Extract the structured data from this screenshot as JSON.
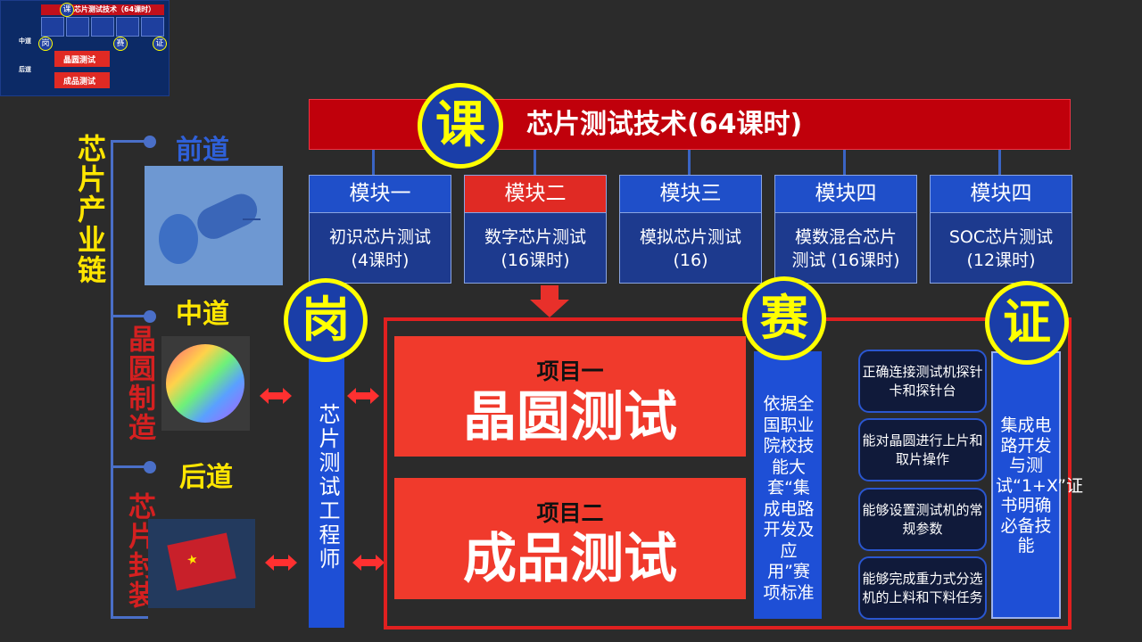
{
  "thumbnail": {
    "circles": [
      "课",
      "岗",
      "赛",
      "证"
    ],
    "title": "芯片测试技术（64课时）",
    "items": [
      "晶圆测试",
      "成品测试"
    ],
    "stages": [
      "中道",
      "后道"
    ]
  },
  "course": {
    "badge": "课",
    "title": "芯片测试技术(64课时)"
  },
  "modules": [
    {
      "head": "模块一",
      "body1": "初识芯片测试",
      "body2": "(4课时)",
      "active": false
    },
    {
      "head": "模块二",
      "body1": "数字芯片测试",
      "body2": "(16课时)",
      "active": true
    },
    {
      "head": "模块三",
      "body1": "模拟芯片测试",
      "body2": "(16)",
      "active": false
    },
    {
      "head": "模块四",
      "body1": "模数混合芯片",
      "body2": "测试 (16课时)",
      "active": false
    },
    {
      "head": "模块四",
      "body1": "SOC芯片测试",
      "body2": "(12课时)",
      "active": false
    }
  ],
  "chain": {
    "title": "芯片产业链",
    "stage_front": "前道",
    "stage_mid": "中道",
    "stage_back": "后道",
    "label_wafer": "晶圆制造",
    "label_package": "芯片封装"
  },
  "post": {
    "badge": "岗",
    "text": "芯片测试工程师"
  },
  "projects": [
    {
      "name": "项目一",
      "title": "晶圆测试"
    },
    {
      "name": "项目二",
      "title": "成品测试"
    }
  ],
  "contest": {
    "badge": "赛",
    "text": "依据全国职业院校技能大套“集成电路开发及应用”赛项标准"
  },
  "skills": [
    "正确连接测试机探针卡和探针台",
    "能对晶圆进行上片和取片操作",
    "能够设置测试机的常规参数",
    "能够完成重力式分选机的上料和下料任务"
  ],
  "cert": {
    "badge": "证",
    "text": "集成电路开发与测试“1+X”证书明确必备技能"
  },
  "colors": {
    "background": "#2b2b2b",
    "course_red": "#c0000b",
    "module_blue": "#1f4fc9",
    "project_red": "#f03a2c",
    "badge_yellow": "#ffff00",
    "column_blue": "#1e4fd6"
  }
}
